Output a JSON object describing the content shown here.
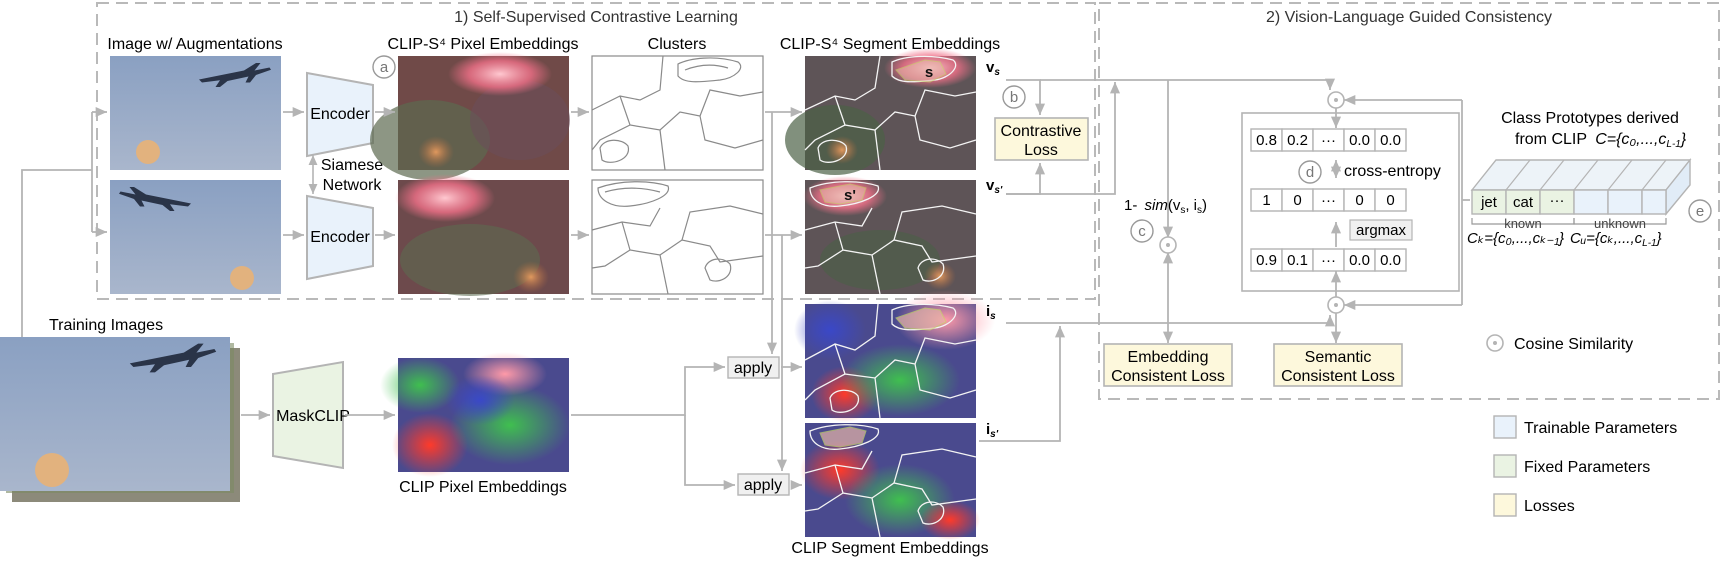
{
  "sections": {
    "section1_title": "1) Self-Supervised Contrastive Learning",
    "section2_title": "2) Vision-Language Guided Consistency"
  },
  "labels": {
    "image_aug": "Image w/ Augmentations",
    "pixel_emb": "CLIP-S⁴ Pixel Embeddings",
    "clusters": "Clusters",
    "segment_emb": "CLIP-S⁴ Segment Embeddings",
    "training_images": "Training Images",
    "clip_pixel_emb": "CLIP Pixel Embeddings",
    "clip_segment_emb": "CLIP Segment Embeddings",
    "siamese_1": "Siamese",
    "siamese_2": "Network",
    "encoder_1": "Encoder",
    "encoder_2": "Encoder",
    "maskclip": "MaskCLIP",
    "apply_1": "apply",
    "apply_2": "apply",
    "contrastive_1": "Contrastive",
    "contrastive_2": "Loss",
    "embedding_loss_1": "Embedding",
    "embedding_loss_2": "Consistent Loss",
    "semantic_loss_1": "Semantic",
    "semantic_loss_2": "Consistent Loss",
    "cross_entropy": "cross-entropy",
    "argmax": "argmax",
    "sim_prefix": "1-",
    "sim_fn": "sim",
    "sim_args": "(v",
    "sim_sub_s": "s",
    "sim_comma": ", i",
    "sim_close": ")",
    "prototypes_1": "Class Prototypes derived",
    "prototypes_2": "from CLIP",
    "prototypes_set": "C={c₀,...,c",
    "prototypes_sub": "L-1",
    "prototypes_end": "}",
    "proto_jet": "jet",
    "proto_cat": "cat",
    "proto_dots": "···",
    "known": "known",
    "unknown": "unknown",
    "ck_set": "Cₖ={c₀,...,cₖ₋₁}",
    "cu_set": "Cᵤ={cₖ,...,c",
    "cu_sub": "L-1",
    "cu_end": "}",
    "v_s": "v",
    "v_s_sub": "s",
    "v_sp": "v",
    "v_sp_sub": "s'",
    "i_s": "i",
    "i_s_sub": "s",
    "i_sp": "i",
    "i_sp_sub": "s'",
    "seg_s": "s",
    "seg_sp": "s'"
  },
  "markers": {
    "a": "a",
    "b": "b",
    "c": "c",
    "d": "d",
    "e": "e"
  },
  "vectors": {
    "top": [
      "0.8",
      "0.2",
      "···",
      "0.0",
      "0.0"
    ],
    "mid": [
      "1",
      "0",
      "···",
      "0",
      "0"
    ],
    "bottom": [
      "0.9",
      "0.1",
      "···",
      "0.0",
      "0.0"
    ]
  },
  "legend": {
    "cosine": "Cosine Similarity",
    "trainable": "Trainable Parameters",
    "fixed": "Fixed Parameters",
    "losses": "Losses"
  },
  "colors": {
    "trainable": "#e9f2fb",
    "fixed": "#eaf3e3",
    "loss": "#fdf8dc",
    "line": "#b4b4b4",
    "sky": "#93a8c6"
  }
}
